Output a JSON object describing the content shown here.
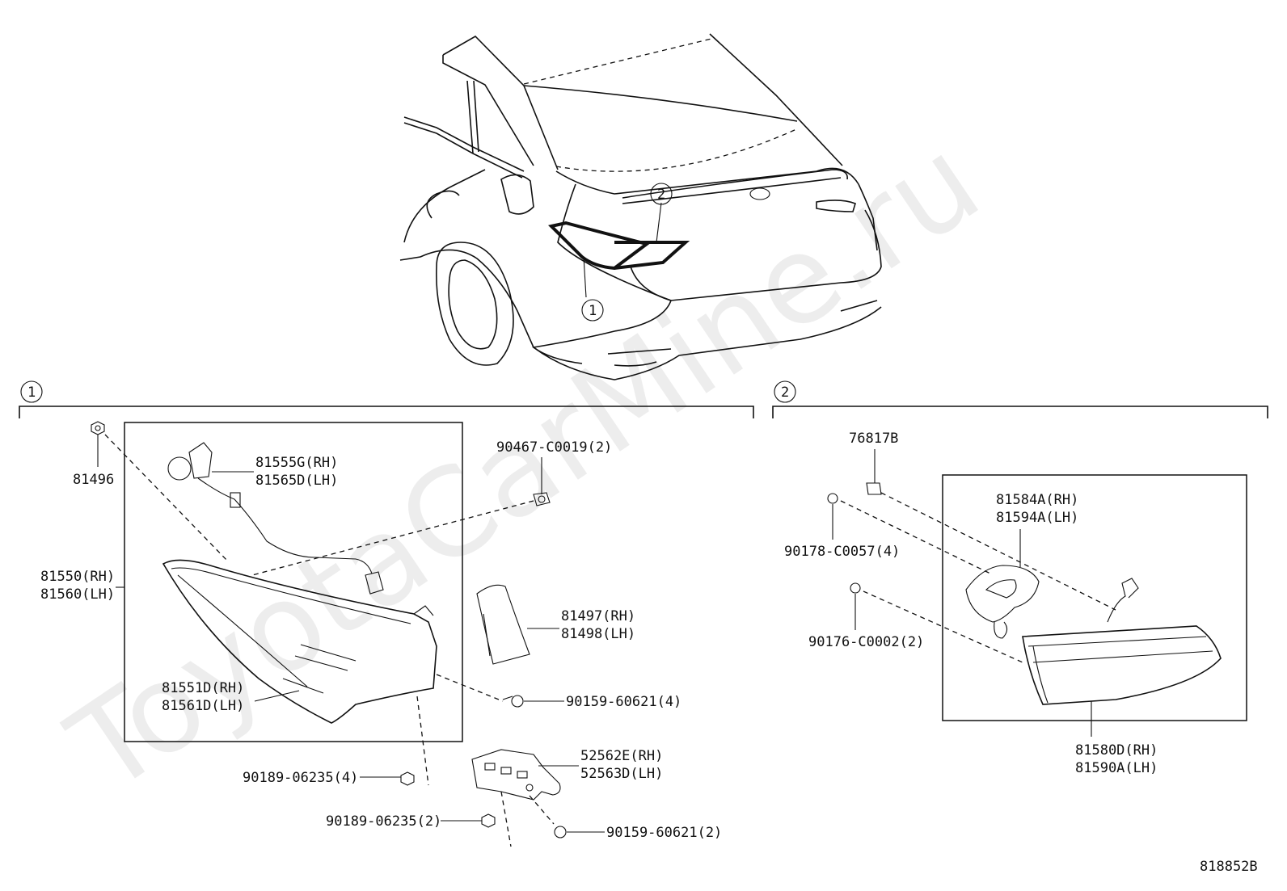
{
  "callouts": {
    "one": "1",
    "two": "2"
  },
  "section1": {
    "label": "1",
    "parts": {
      "p81496": "81496",
      "p81555": [
        "81555G(RH)",
        "81565D(LH)"
      ],
      "p81550": [
        "81550(RH)",
        "81560(LH)"
      ],
      "p81551": [
        "81551D(RH)",
        "81561D(LH)"
      ],
      "p90467": "90467-C0019(2)",
      "p81497": [
        "81497(RH)",
        "81498(LH)"
      ],
      "p90159a": "90159-60621(4)",
      "p52562": [
        "52562E(RH)",
        "52563D(LH)"
      ],
      "p90189a": "90189-06235(4)",
      "p90189b": "90189-06235(2)",
      "p90159b": "90159-60621(2)"
    }
  },
  "section2": {
    "label": "2",
    "parts": {
      "p76817": "76817B",
      "p90178": "90178-C0057(4)",
      "p90176": "90176-C0002(2)",
      "p81584": [
        "81584A(RH)",
        "81594A(LH)"
      ],
      "p81580": [
        "81580D(RH)",
        "81590A(LH)"
      ]
    }
  },
  "diagram_code": "818852B",
  "watermark": "ToyotaCarMine.ru",
  "icons": [
    "clip-icon",
    "bolt-icon",
    "nut-icon",
    "screw-icon"
  ]
}
